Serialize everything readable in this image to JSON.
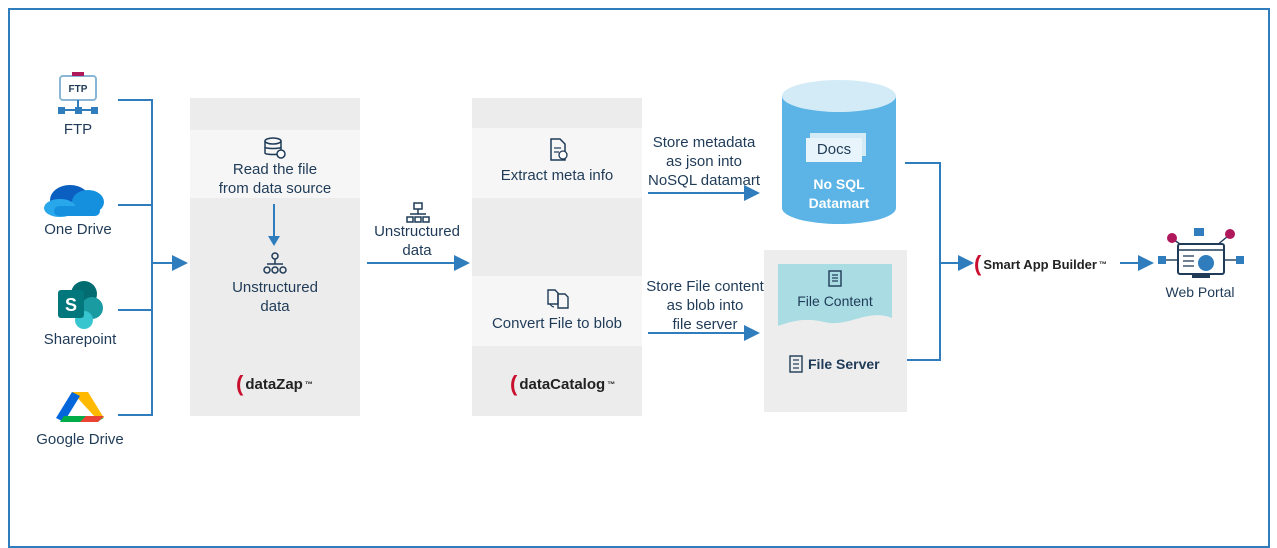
{
  "sources": [
    {
      "label": "FTP",
      "icon": "ftp-icon",
      "badge": "FTP"
    },
    {
      "label": "One Drive",
      "icon": "onedrive-icon"
    },
    {
      "label": "Sharepoint",
      "icon": "sharepoint-icon",
      "badge": "S"
    },
    {
      "label": "Google Drive",
      "icon": "google-drive-icon"
    }
  ],
  "datazap": {
    "step1": "Read the file\nfrom data source",
    "step2": "Unstructured\ndata",
    "brand": "dataZap",
    "tm": "™"
  },
  "middle_label": "Unstructured\ndata",
  "datacatalog": {
    "step1": "Extract meta info",
    "step2": "Convert File to blob",
    "brand": "dataCatalog",
    "tm": "™"
  },
  "edge_store_meta": "Store metadata\nas json into\nNoSQL datamart",
  "edge_store_blob": "Store File content\nas blob into\nfile server",
  "nosql": {
    "docs": "Docs",
    "label": "No SQL\nDatamart"
  },
  "fileserver": {
    "content": "File Content",
    "label": "File Server"
  },
  "smart_app_builder": {
    "label": "Smart App Builder",
    "tm": "™"
  },
  "web_portal": "Web Portal",
  "colors": {
    "border": "#2f7dbd",
    "arrow": "#2f7dbd",
    "panel": "#ececec",
    "cylinder": "#5bb4e5",
    "file_content": "#a9dce3",
    "brand_red": "#c8102e"
  }
}
